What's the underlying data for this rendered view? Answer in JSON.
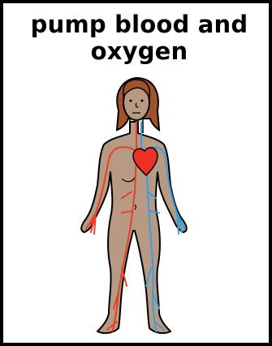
{
  "card": {
    "title_line_1": "pump blood and",
    "title_line_2": "oxygen"
  },
  "illustration": {
    "subject": "human-body-circulatory-system",
    "colors": {
      "skin": "#b89a84",
      "hair": "#a0522d",
      "heart": "#ee3124",
      "arteries": "#e8402a",
      "veins": "#3aa0dc",
      "outline": "#000000"
    }
  }
}
